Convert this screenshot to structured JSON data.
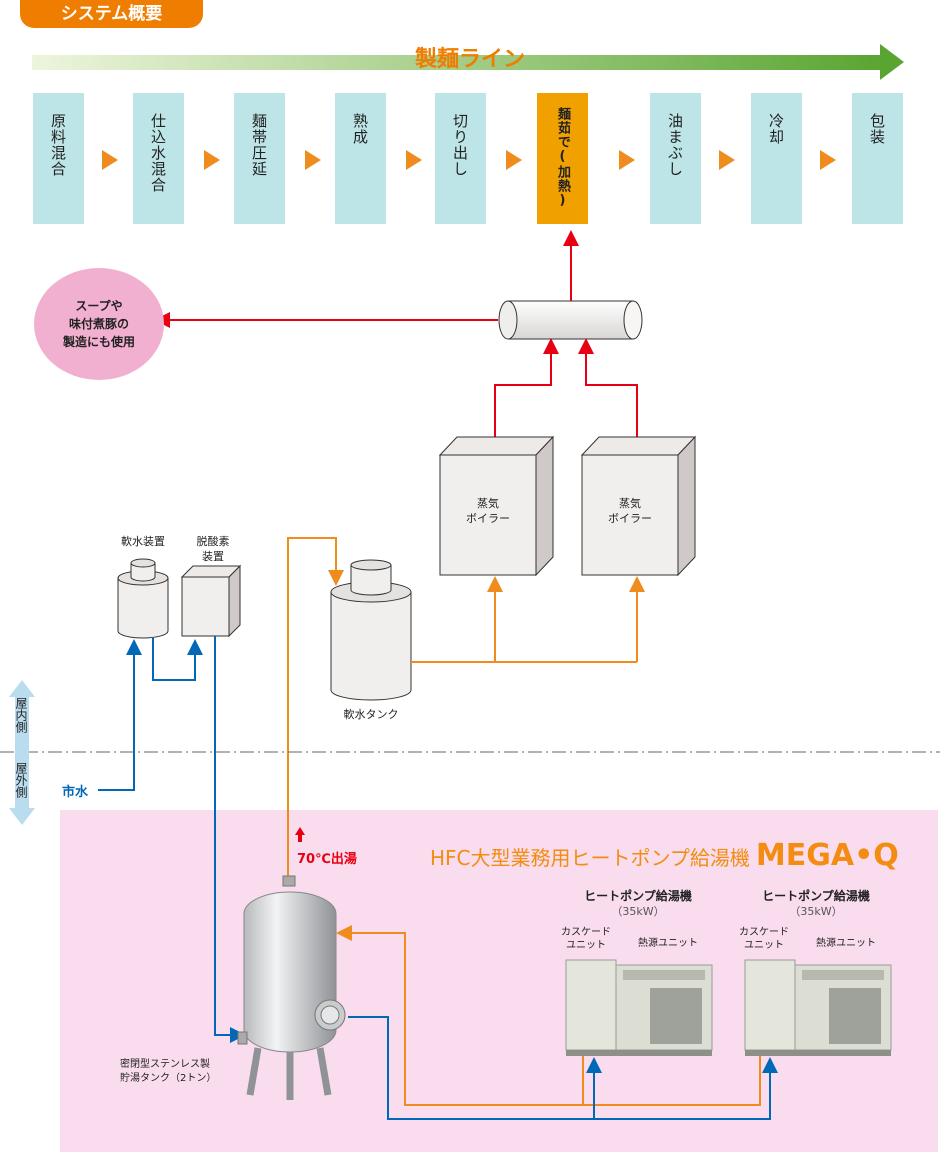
{
  "header": {
    "section_tag": "システム概要",
    "line_title": "製麺ライン"
  },
  "process_steps": [
    {
      "label": "原料混合",
      "active": false
    },
    {
      "label": "仕込水混合",
      "active": false
    },
    {
      "label": "麺帯圧延",
      "active": false
    },
    {
      "label": "熟成",
      "active": false
    },
    {
      "label": "切り出し",
      "active": false
    },
    {
      "label": "麺茹で(加熱)",
      "active": true
    },
    {
      "label": "油まぶし",
      "active": false
    },
    {
      "label": "冷却",
      "active": false
    },
    {
      "label": "包装",
      "active": false
    }
  ],
  "soup": {
    "line1": "スープや",
    "line2": "味付煮豚の",
    "line3": "製造にも使用"
  },
  "boilers": [
    {
      "line1": "蒸気",
      "line2": "ボイラー"
    },
    {
      "line1": "蒸気",
      "line2": "ボイラー"
    }
  ],
  "softener": {
    "label": "軟水装置"
  },
  "deoxidizer": {
    "line1": "脱酸素",
    "line2": "装置"
  },
  "soft_water_tank": {
    "label": "軟水タンク"
  },
  "zones": {
    "indoor": "屋内側",
    "outdoor": "屋外側"
  },
  "city_water": "市水",
  "hot_water_out": "70℃出湯",
  "mega_q": {
    "title": "HFC大型業務用ヒートポンプ給湯機",
    "brand": "MEGA•Q"
  },
  "heat_pumps": [
    {
      "title": "ヒートポンプ給湯機",
      "power": "（35kW）",
      "cascade_line1": "カスケード",
      "cascade_line2": "ユニット",
      "source": "熱源ユニット"
    },
    {
      "title": "ヒートポンプ給湯機",
      "power": "（35kW）",
      "cascade_line1": "カスケード",
      "cascade_line2": "ユニット",
      "source": "熱源ユニット"
    }
  ],
  "storage_tank": {
    "line1": "密閉型ステンレス製",
    "line2": "貯湯タンク（2トン）"
  },
  "colors": {
    "hot_water": "#f08c1e",
    "steam": "#e60012",
    "cold_water": "#0068b7",
    "process_box": "#bde4e6",
    "active_process": "#f0a100"
  }
}
